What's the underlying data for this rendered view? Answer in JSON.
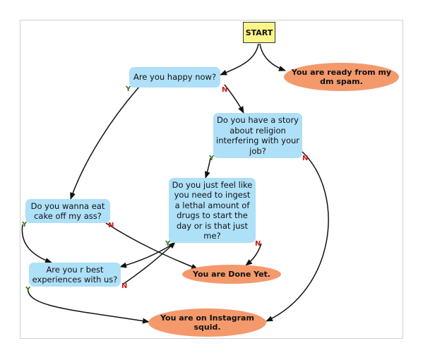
{
  "colors": {
    "question": "#aee0f8",
    "terminal": "#f4996c",
    "start": "#fbf58a",
    "yes": "#2e7d18",
    "no": "#d11a1a",
    "edge": "#111111"
  },
  "nodes": {
    "start": "START",
    "happy": "Are you happy now?",
    "story": "Do you have a story about religion interfering with your job?",
    "cake": "Do you wanna eat cake off my ass?",
    "drugs": "Do you just feel like you need to ingest a lethal amount of drugs to start the day or is that just me?",
    "best": "Are you r best experiences with us?",
    "ready": "You are ready from my dm spam.",
    "done": "You are Done Yet.",
    "squid": "You are on Instagram squid."
  },
  "labels": {
    "yes": "Y",
    "no": "N"
  }
}
